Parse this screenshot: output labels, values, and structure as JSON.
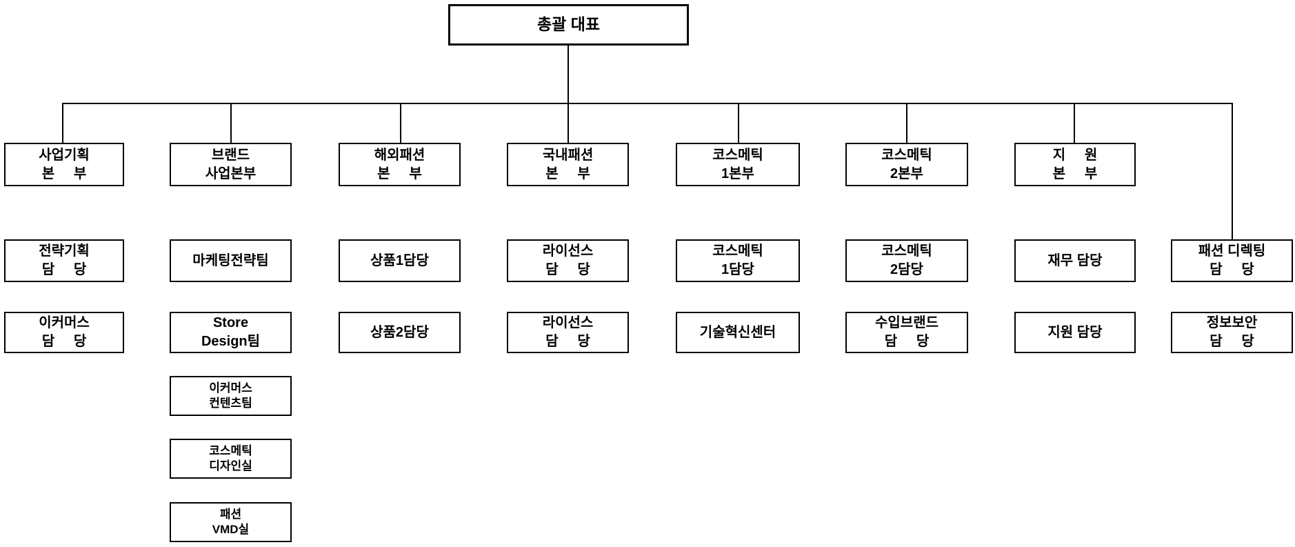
{
  "org": {
    "root": {
      "label": "총괄 대표"
    },
    "divisions": [
      {
        "label": "사업기획\n본     부",
        "children": [
          {
            "label": "전략기획\n담     당"
          },
          {
            "label": "이커머스\n담     당"
          }
        ]
      },
      {
        "label": "브랜드\n사업본부",
        "children": [
          {
            "label": "마케팅전략팀"
          },
          {
            "label": "Store\nDesign팀"
          },
          {
            "label": "이커머스\n컨텐츠팀"
          },
          {
            "label": "코스메틱\n디자인실"
          },
          {
            "label": "패션\nVMD실"
          }
        ]
      },
      {
        "label": "해외패션\n본     부",
        "children": [
          {
            "label": "상품1담당"
          },
          {
            "label": "상품2담당"
          }
        ]
      },
      {
        "label": "국내패션\n본     부",
        "children": [
          {
            "label": "라이선스\n담     당"
          },
          {
            "label": "라이선스\n담     당"
          }
        ]
      },
      {
        "label": "코스메틱\n1본부",
        "children": [
          {
            "label": "코스메틱\n1담당"
          },
          {
            "label": "기술혁신센터"
          }
        ]
      },
      {
        "label": "코스메틱\n2본부",
        "children": [
          {
            "label": "코스메틱\n2담당"
          },
          {
            "label": "수입브랜드\n담     당"
          }
        ]
      },
      {
        "label": "지     원\n본     부",
        "children": [
          {
            "label": "재무 담당"
          },
          {
            "label": "지원 담당"
          }
        ]
      }
    ],
    "right_branch": [
      {
        "label": "패션 디렉팅\n담     당"
      },
      {
        "label": "정보보안\n담     당"
      }
    ],
    "colors": {
      "line": "#000000",
      "box_border": "#000000",
      "box_fill": "#ffffff",
      "text": "#000000"
    }
  }
}
